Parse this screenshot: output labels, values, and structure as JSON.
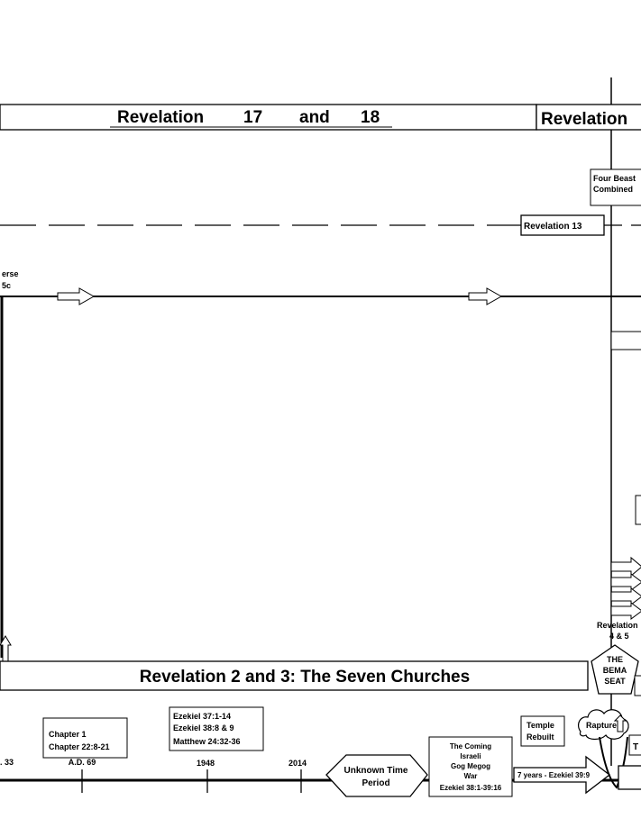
{
  "banners": {
    "rev17_18": [
      "Revelation",
      "17",
      "and",
      "18"
    ],
    "rev_right": "Revelation",
    "seven_churches": "Revelation 2 and 3: The Seven Churches"
  },
  "labels": {
    "four_beasts": [
      "Four Beast",
      "Combined"
    ],
    "rev13": "Revelation 13",
    "verse_fragment": [
      "erse",
      "5c"
    ],
    "rev4_5": [
      "Revelation",
      "4 & 5"
    ],
    "bema": [
      "THE",
      "BEMA",
      "SEAT"
    ],
    "rapture": "Rapture",
    "t_fragment": "T"
  },
  "boxes": {
    "chapter": [
      "Chapter 1",
      "Chapter 22:8-21"
    ],
    "ezekiel_matthew": [
      "Ezekiel 37:1-14",
      "Ezekiel 38:8 & 9",
      "Matthew 24:32-36"
    ],
    "temple": [
      "Temple",
      "Rebuilt"
    ],
    "unknown_period": [
      "Unknown Time",
      "Period"
    ],
    "gog_magog": [
      "The Coming",
      "Israeli",
      "Gog Megog",
      "War",
      "Ezekiel 38:1-39:16"
    ],
    "seven_years": "7 years - Ezekiel 39:9"
  },
  "timeline": {
    "ad33": ". 33",
    "ad69": "A.D. 69",
    "y1948": "1948",
    "y2014": "2014"
  }
}
